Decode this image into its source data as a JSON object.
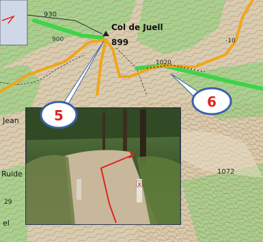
{
  "map": {
    "place_name": "Col de Juell",
    "summit_elevation": "899",
    "contour_labels": [
      "930",
      "900",
      "1020",
      "-10",
      "1072"
    ],
    "edge_labels": [
      "Jean",
      "Ruide",
      "el",
      "29"
    ],
    "markers": [
      {
        "label": "5"
      },
      {
        "label": "6"
      }
    ]
  },
  "inset": {
    "description_alt": "trail photo",
    "sign_text": "X"
  },
  "colors": {
    "route": "#f2a51a",
    "green_track": "#3fd34a",
    "marker_fill": "#ffffff",
    "marker_text": "#e0231c",
    "marker_border": "#3a5fa8",
    "map_bg": "#d8ccb0",
    "forest": "#9fd08a",
    "arrow": "#e0231c"
  }
}
